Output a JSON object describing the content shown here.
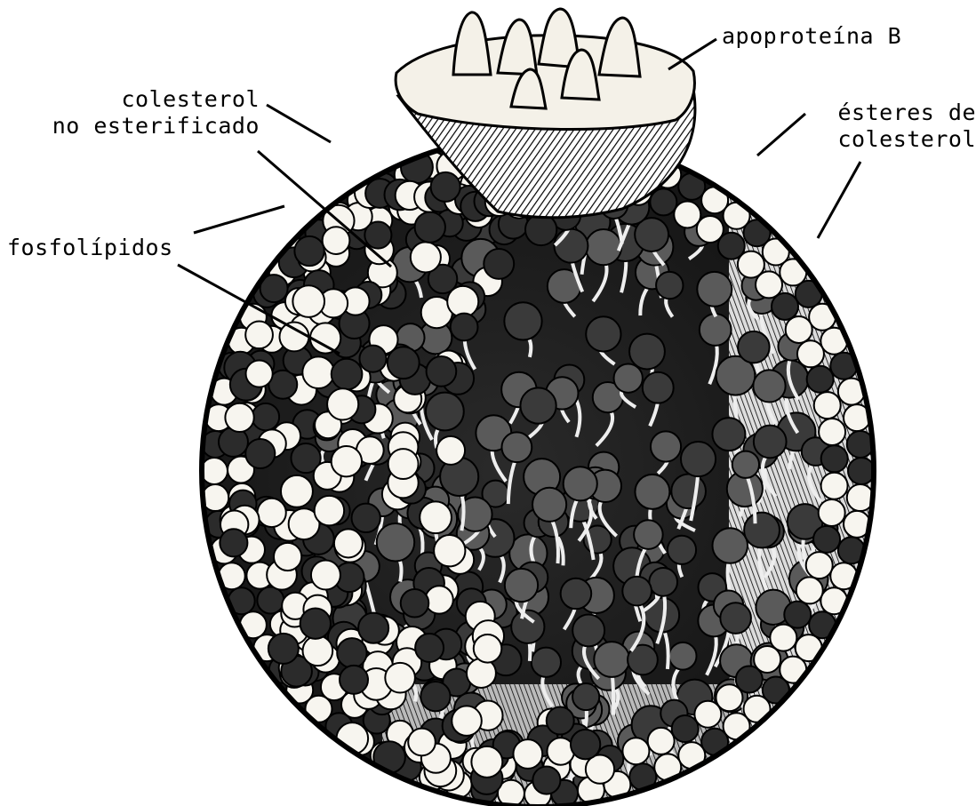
{
  "labels": {
    "apoproteina": "apoproteína B",
    "colesterol_line1": "colesterol",
    "colesterol_line2": "no esterificado",
    "esteres_line1": "ésteres de",
    "esteres_line2": "colesterol",
    "fosfolipidos": "fosfolípidos"
  },
  "colors": {
    "ink": "#000000",
    "background": "#ffffff",
    "shell": "#f4f1e8"
  }
}
